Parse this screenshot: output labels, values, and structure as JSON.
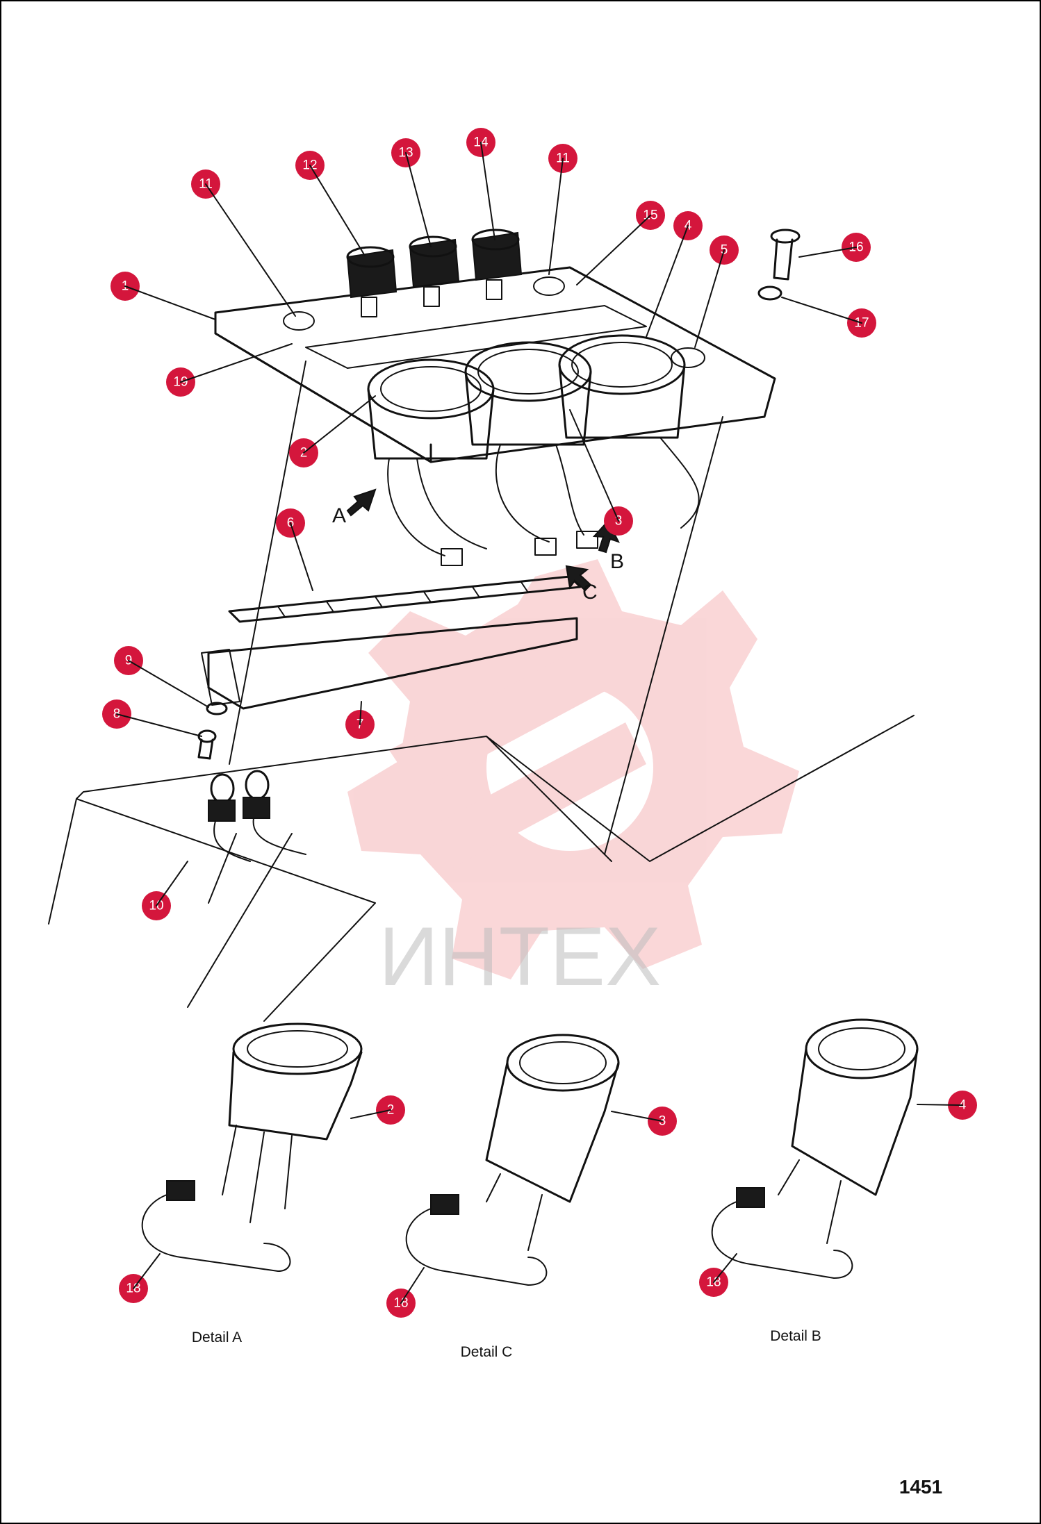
{
  "watermark": {
    "text": "ИНТЕХ",
    "color": "#e8474f"
  },
  "callout_color": "#d4163c",
  "callouts": [
    {
      "id": "c1",
      "num": "1"
    },
    {
      "id": "c2",
      "num": "2"
    },
    {
      "id": "c3",
      "num": "3"
    },
    {
      "id": "c4",
      "num": "4"
    },
    {
      "id": "c5",
      "num": "5"
    },
    {
      "id": "c6",
      "num": "6"
    },
    {
      "id": "c7",
      "num": "7"
    },
    {
      "id": "c8",
      "num": "8"
    },
    {
      "id": "c9",
      "num": "9"
    },
    {
      "id": "c10",
      "num": "10"
    },
    {
      "id": "c11a",
      "num": "11"
    },
    {
      "id": "c11b",
      "num": "11"
    },
    {
      "id": "c12",
      "num": "12"
    },
    {
      "id": "c13",
      "num": "13"
    },
    {
      "id": "c14",
      "num": "14"
    },
    {
      "id": "c15",
      "num": "15"
    },
    {
      "id": "c16",
      "num": "16"
    },
    {
      "id": "c17",
      "num": "17"
    },
    {
      "id": "c19",
      "num": "19"
    },
    {
      "id": "c2b",
      "num": "2"
    },
    {
      "id": "c3b",
      "num": "3"
    },
    {
      "id": "c4b",
      "num": "4"
    },
    {
      "id": "c18a",
      "num": "18"
    },
    {
      "id": "c18b",
      "num": "18"
    },
    {
      "id": "c18c",
      "num": "18"
    }
  ],
  "view_labels": {
    "a": "A",
    "b": "B",
    "c": "C"
  },
  "details": {
    "a": "Detail A",
    "c": "Detail C",
    "b": "Detail B"
  },
  "page_number": "1451"
}
